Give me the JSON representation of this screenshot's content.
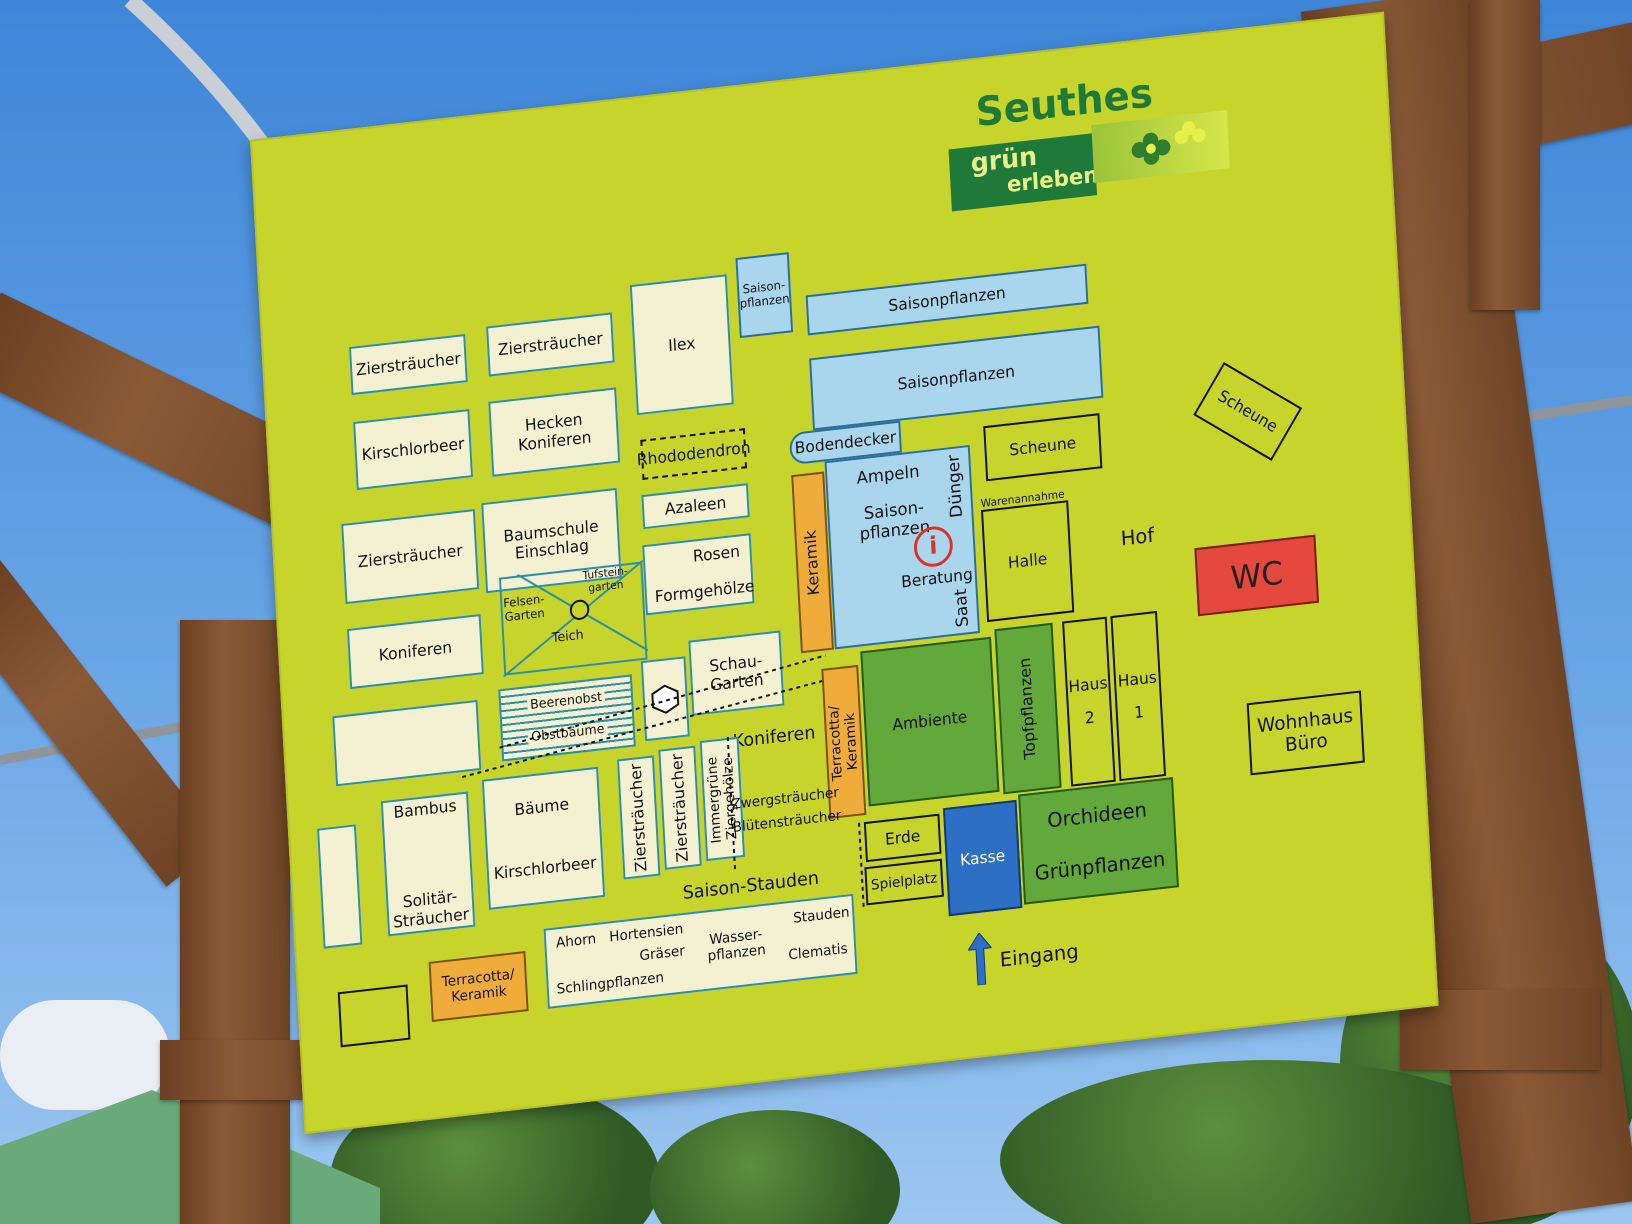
{
  "logo": {
    "name": "Seuthes",
    "tagline_1": "grün",
    "tagline_2": "erleben"
  },
  "zones": {
    "zierstraeucher_1": "Ziersträucher",
    "zierstraeucher_2": "Ziersträucher",
    "zierstraeucher_3": "Ziersträucher",
    "zierstraeucher_4": "Ziersträucher",
    "zierstraeucher_5": "Ziersträucher",
    "ilex": "Ilex",
    "saison_small": "Saison-\npflanzen",
    "saisonpflanzen_1": "Saisonpflanzen",
    "saisonpflanzen_2": "Saisonpflanzen",
    "bodendecker": "Bodendecker",
    "kirschlorbeer_1": "Kirschlorbeer",
    "hecken": "Hecken\nKoniferen",
    "rhododendron": "Rhododendron",
    "baumschule": "Baumschule\nEinschlag",
    "azaleen": "Azaleen",
    "rosen": "Rosen",
    "formgehoelze": "Formgehölze",
    "felsengarten": "Felsen-\nGarten",
    "tufstein": "Tufstein-\ngarten",
    "teich": "Teich",
    "schaugarten": "Schau-\nGarten",
    "beerenobst": "Beerenobst",
    "obstbaeume": "Obstbäume",
    "koniferen_1": "Koniferen",
    "koniferen_2": "Koniferen",
    "bambus": "Bambus",
    "solitaer": "Solitär-\nSträucher",
    "baeume": "Bäume",
    "kirschlorbeer_2": "Kirschlorbeer",
    "immergruene": "Immergrüne\nZiergehölze",
    "zwergstraeucher": "Zwergsträucher",
    "bluetenstraeucher": "Blütensträucher",
    "saison_stauden": "Saison-Stauden",
    "keramik": "Keramik",
    "terracotta_keramik_1": "Terracotta/\nKeramik",
    "terracotta_keramik_2": "Terracotta/\nKeramik",
    "ampeln": "Ampeln",
    "saisonpflanzen_3": "Saison-\npflanzen",
    "duenger": "Dünger",
    "beratung": "Beratung",
    "saat": "Saat",
    "scheune_1": "Scheune",
    "scheune_2": "Scheune",
    "warenannahme": "Warenannahme",
    "halle": "Halle",
    "hof": "Hof",
    "wc": "WC",
    "haus_label_2": "Haus",
    "haus_num_2": "2",
    "haus_label_1": "Haus",
    "haus_num_1": "1",
    "wohnhaus": "Wohnhaus\nBüro",
    "ambiente": "Ambiente",
    "topfpflanzen": "Topfpflanzen",
    "erde": "Erde",
    "kasse": "Kasse",
    "orchideen": "Orchideen",
    "gruenpflanzen": "Grünpflanzen",
    "spielplatz": "Spielplatz",
    "ahorn": "Ahorn",
    "hortensien": "Hortensien",
    "graeser": "Gräser",
    "schlingpflanzen": "Schlingpflanzen",
    "wasserpflanzen": "Wasser-\npflanzen",
    "stauden": "Stauden",
    "clematis": "Clematis",
    "eingang": "Eingang"
  },
  "colors": {
    "sign": "#c7d42c",
    "cream": "#f4f0d2",
    "water_blue": "#a9d6ec",
    "green": "#62a83a",
    "orange": "#f0ac3a",
    "kasse_blue": "#2d6fc4",
    "wc_red": "#e5483c",
    "logo_green": "#1f7a3a",
    "info_red": "#e0302a"
  },
  "icons": [
    "info-icon",
    "entrance-arrow-icon",
    "flower-icon",
    "hexagon-icon"
  ]
}
